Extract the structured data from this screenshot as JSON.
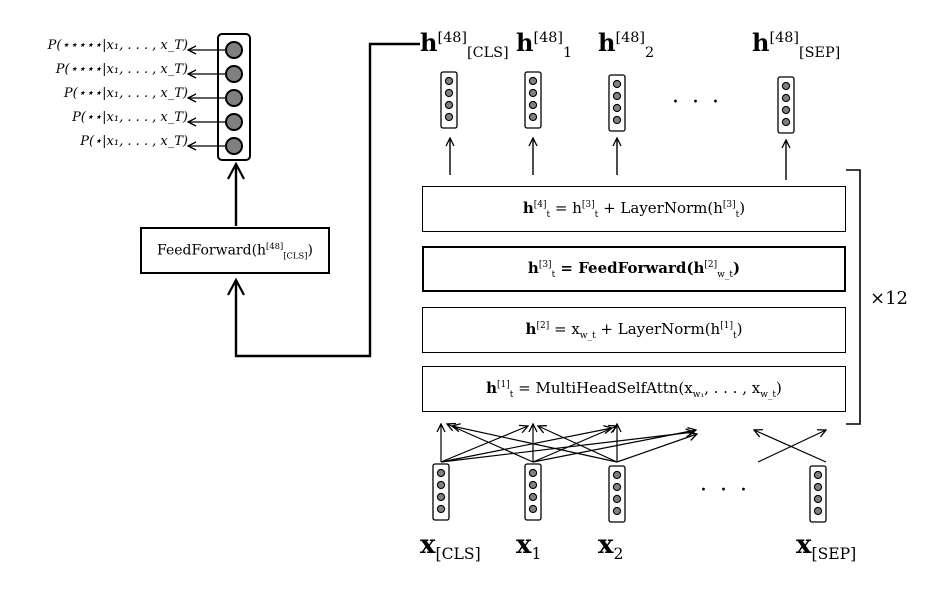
{
  "probabilities": [
    {
      "stars": "⋆⋆⋆⋆⋆",
      "args": "|x₁, . . . , x_T)"
    },
    {
      "stars": "⋆⋆⋆⋆",
      "args": "|x₁, . . . , x_T)"
    },
    {
      "stars": "⋆⋆⋆",
      "args": "|x₁, . . . , x_T)"
    },
    {
      "stars": "⋆⋆",
      "args": "|x₁, . . . , x_T)"
    },
    {
      "stars": "⋆",
      "args": "|x₁, . . . , x_T)"
    }
  ],
  "prob_prefix": "P(",
  "feedforward": {
    "name": "FeedForward(h",
    "sup": "[48]",
    "sub": "[CLS]",
    "close": ")"
  },
  "outputs": [
    {
      "base": "h",
      "sup": "[48]",
      "sub": "[CLS]"
    },
    {
      "base": "h",
      "sup": "[48]",
      "sub": "1"
    },
    {
      "base": "h",
      "sup": "[48]",
      "sub": "2"
    },
    {
      "base": "h",
      "sup": "[48]",
      "sub": "[SEP]"
    }
  ],
  "ellipsis": "· · ·",
  "layers": [
    {
      "lhs": "h",
      "lhs_sub": "t",
      "lhs_sup": "[4]",
      "rhs": "= h",
      "rhs_sub": "t",
      "rhs_sup": "[3]",
      "tail": "+ LayerNorm(h",
      "tail_sub": "t",
      "tail_sup": "[3]",
      "end": ")"
    },
    {
      "lhs": "h",
      "lhs_sub": "t",
      "lhs_sup": "[3]",
      "rhs": "= FeedForward(h",
      "rhs_sub": "w_t",
      "rhs_sup": "[2]",
      "tail": "",
      "tail_sub": "",
      "tail_sup": "",
      "end": ")"
    },
    {
      "lhs": "h",
      "lhs_sub": "",
      "lhs_sup": "[2]",
      "rhs": "= x",
      "rhs_sub": "w_t",
      "rhs_sup": "",
      "tail": "+ LayerNorm(h",
      "tail_sub": "t",
      "tail_sup": "[1]",
      "end": ")"
    },
    {
      "lhs": "h",
      "lhs_sub": "t",
      "lhs_sup": "[1]",
      "rhs": "= MultiHeadSelfAttn(x",
      "rhs_sub": "w₁",
      "rhs_sup": "",
      "tail": ", . . . , x",
      "tail_sub": "w_t",
      "tail_sup": "",
      "end": ")"
    }
  ],
  "repeat": "×12",
  "inputs": [
    {
      "base": "x",
      "sub": "[CLS]"
    },
    {
      "base": "x",
      "sub": "1"
    },
    {
      "base": "x",
      "sub": "2"
    },
    {
      "base": "x",
      "sub": "[SEP]"
    }
  ],
  "colors": {
    "node_fill": "#808080",
    "stroke": "#000000",
    "background": "#ffffff"
  }
}
